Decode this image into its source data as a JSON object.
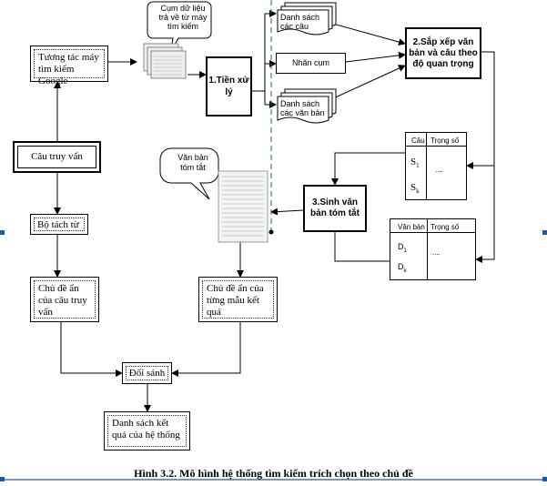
{
  "caption": "Hình 3.2. Mô hình hệ thống tìm kiếm trích chọn theo chủ đề",
  "nodes": {
    "search_interaction": "Tương tác máy tìm kiếm Google",
    "query": "Câu truy vấn",
    "tokenizer": "Bộ tách từ",
    "query_topic": "Chủ đề ẩn của câu truy vấn",
    "result_topic": "Chủ đề ẩn của từng mẫu kết quả",
    "matching": "Đối sánh",
    "result_list": "Danh sách kết quả của hệ thống",
    "preprocess": "1.Tiền xử lý",
    "ranking": "2.Sắp xếp văn bản và câu theo độ quan trọng",
    "summary_gen": "3.Sinh văn bản tóm tắt"
  },
  "callouts": {
    "data_cluster": "Cụm dữ liệu trả về từ máy tìm kiếm",
    "summary_text": "Văn bản tóm tắt"
  },
  "documents": {
    "sentence_list": "Danh sách các câu",
    "cluster_label": "Nhãn cụm",
    "document_list": "Danh sách các văn bản"
  },
  "tables": {
    "sentence_table": {
      "col1": "Câu",
      "col2": "Trọng số",
      "row1": "S",
      "row1_sub": "1",
      "row2": "S",
      "row2_sub": "k",
      "dots": "...."
    },
    "document_table": {
      "col1": "Văn bản",
      "col2": "Trọng số",
      "row1": "D",
      "row1_sub": "1",
      "row2": "D",
      "row2_sub": "k",
      "dots": "...."
    }
  }
}
